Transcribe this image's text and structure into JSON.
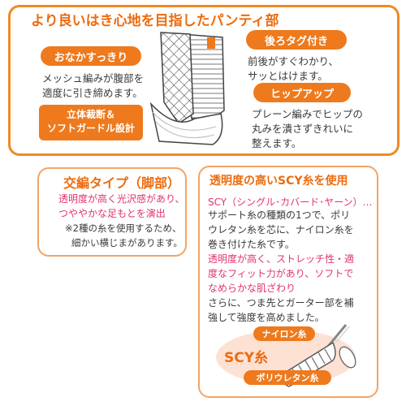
{
  "top_panel": {
    "title": "より良いはき心地を目指したパンティ部",
    "label_belly": "おなかすっきり",
    "belly_text": [
      "メッシュ編みが腹部を",
      "適度に引き締めます。"
    ],
    "label_cut_lines": [
      "立体裁断＆",
      "ソフトガードル設計"
    ],
    "label_tag": "後ろタグ付き",
    "tag_text": [
      "前後がすぐわかり、",
      "サッとはけます。"
    ],
    "label_hip": "ヒップアップ",
    "hip_text": [
      "プレーン編みでヒップの",
      "丸みを潰さずきれいに",
      "整えます。"
    ]
  },
  "left_panel": {
    "title": "交編タイプ（脚部）",
    "pink_text": [
      "透明度が高く光沢感があり、",
      "つややかな足もとを演出"
    ],
    "note_text": [
      "※2種の糸を使用するため、",
      "細かい横じまがあります。"
    ]
  },
  "right_panel": {
    "title": "透明度の高いSCY糸を使用",
    "scy_line": "SCY（シングル･カバード･ヤーン）…",
    "desc_text": [
      "サポート糸の種類の1つで、ポリ",
      "ウレタン糸を芯に、ナイロン糸を",
      "巻き付けた糸です。"
    ],
    "pink_text": [
      "透明度が高く、ストレッチ性・適",
      "度なフィット力があり、ソフトで",
      "なめらかな肌ざわり"
    ],
    "extra_text": [
      "さらに、つま先とガーター部を補",
      "強して強度を高めました。"
    ],
    "diagram": {
      "center_label": "SCY糸",
      "nylon_label": "ナイロン糸",
      "polyurethane_label": "ポリウレタン糸"
    }
  },
  "colors": {
    "accent": "#ee7a1d",
    "border": "#f08a24",
    "pink": "#e2336b"
  }
}
